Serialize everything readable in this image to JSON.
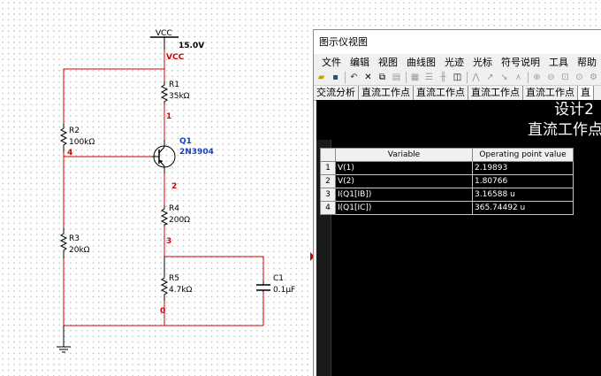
{
  "schematic": {
    "vcc_label": "VCC",
    "vcc_voltage": "15.0V",
    "vcc_net": "VCC",
    "components": {
      "r1": {
        "ref": "R1",
        "value": "35kΩ"
      },
      "r2": {
        "ref": "R2",
        "value": "100kΩ"
      },
      "r3": {
        "ref": "R3",
        "value": "20kΩ"
      },
      "r4": {
        "ref": "R4",
        "value": "200Ω"
      },
      "r5": {
        "ref": "R5",
        "value": "4.7kΩ"
      },
      "c1": {
        "ref": "C1",
        "value": "0.1µF"
      },
      "q1": {
        "ref": "Q1",
        "value": "2N3904"
      }
    },
    "nets": {
      "n1": "1",
      "n2": "2",
      "n3": "3",
      "n4": "4",
      "n0": "0"
    }
  },
  "grapher": {
    "window_title": "图示仪视图",
    "menu": [
      "文件",
      "编辑",
      "视图",
      "曲线图",
      "光迹",
      "光标",
      "符号说明",
      "工具",
      "帮助"
    ],
    "tabs": [
      "交流分析",
      "直流工作点",
      "直流工作点",
      "直流工作点",
      "直流工作点",
      "直"
    ],
    "active_tab_index": 5,
    "plot_title": "设计2",
    "plot_subtitle": "直流工作点",
    "table": {
      "headers": [
        "Variable",
        "Operating point value"
      ],
      "rows": [
        {
          "num": "1",
          "variable": "V(1)",
          "value": "2.19893"
        },
        {
          "num": "2",
          "variable": "V(2)",
          "value": "1.80766"
        },
        {
          "num": "3",
          "variable": "I(Q1[IB])",
          "value": "3.16588 u"
        },
        {
          "num": "4",
          "variable": "I(Q1[IC])",
          "value": "365.74492 u"
        }
      ]
    }
  },
  "colors": {
    "wire": "#d40000",
    "component": "#000000",
    "pin_label": "#1a3fb8",
    "plot_background": "#000000"
  }
}
